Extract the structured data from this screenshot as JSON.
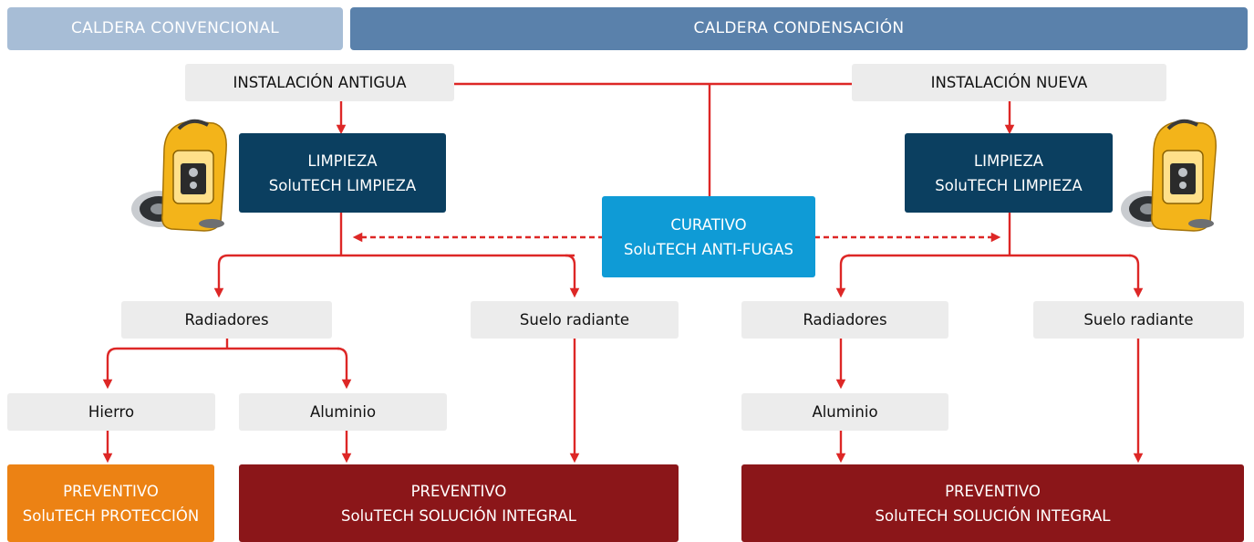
{
  "colors": {
    "header_left": "#a7bdd6",
    "header_right": "#5a81ab",
    "navy": "#0b3f60",
    "cyan": "#0f9bd6",
    "orange": "#ec8214",
    "maroon": "#8b1619",
    "grey_box": "#ececec",
    "connector": "#dd2726"
  },
  "headers": {
    "conventional": "CALDERA CONVENCIONAL",
    "condensing": "CALDERA CONDENSACIÓN"
  },
  "installations": {
    "old": "INSTALACIÓN ANTIGUA",
    "new": "INSTALACIÓN NUEVA"
  },
  "cleaning_left": {
    "line1": "LIMPIEZA",
    "line2": "SoluTECH LIMPIEZA"
  },
  "cleaning_right": {
    "line1": "LIMPIEZA",
    "line2": "SoluTECH LIMPIEZA"
  },
  "curative": {
    "line1": "CURATIVO",
    "line2": "SoluTECH ANTI-FUGAS"
  },
  "left_branch": {
    "radiators": "Radiadores",
    "underfloor": "Suelo radiante",
    "iron": "Hierro",
    "aluminium": "Aluminio"
  },
  "right_branch": {
    "radiators": "Radiadores",
    "underfloor": "Suelo radiante",
    "aluminium": "Aluminio"
  },
  "preventive_protection": {
    "line1": "PREVENTIVO",
    "line2": "SoluTECH PROTECCIÓN"
  },
  "preventive_integral_left": {
    "line1": "PREVENTIVO",
    "line2": "SoluTECH SOLUCIÓN INTEGRAL"
  },
  "preventive_integral_right": {
    "line1": "PREVENTIVO",
    "line2": "SoluTECH SOLUCIÓN INTEGRAL"
  },
  "device_icon": "yellow-dosing-device-icon"
}
